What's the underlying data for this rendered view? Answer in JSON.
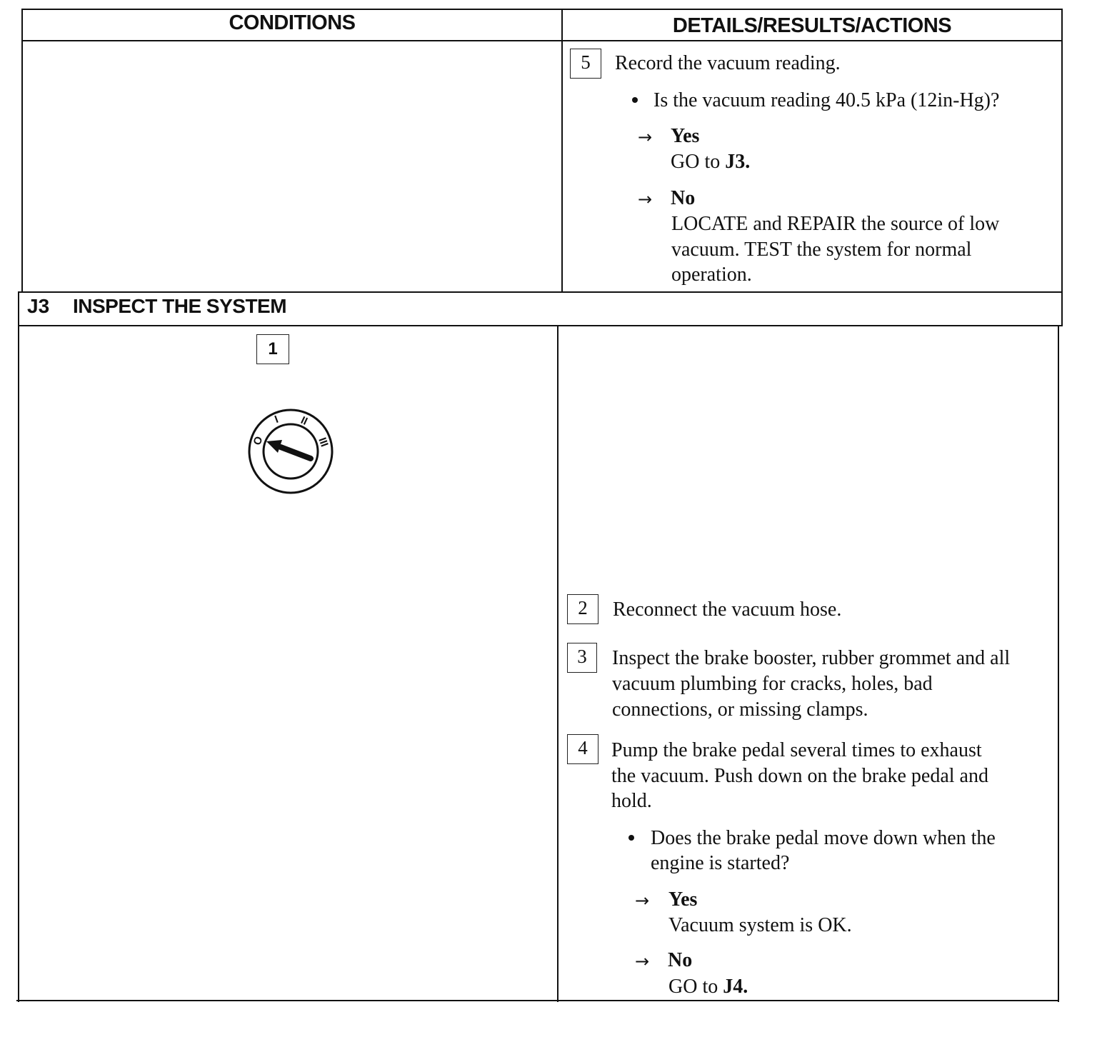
{
  "table": {
    "col_conditions": "CONDITIONS",
    "col_details": "DETAILS/RESULTS/ACTIONS"
  },
  "prev_step": {
    "step_number": "5",
    "instruction": "Record the vacuum reading.",
    "question": "Is the vacuum reading 40.5 kPa (12in-Hg)?",
    "yes_label": "Yes",
    "yes_action_prefix": "GO to ",
    "yes_action_ref": "J3.",
    "no_label": "No",
    "no_action_lines": [
      "LOCATE and REPAIR the source of low",
      "vacuum. TEST the system for normal",
      "operation."
    ]
  },
  "section": {
    "id": "J3",
    "title": "INSPECT THE SYSTEM"
  },
  "illustration": {
    "step_number": "1",
    "icon": "ignition-switch-icon",
    "labels": [
      "O",
      "I",
      "II",
      "III"
    ]
  },
  "steps": [
    {
      "number": "2",
      "lines": [
        "Reconnect the vacuum hose."
      ]
    },
    {
      "number": "3",
      "lines": [
        "Inspect the brake booster, rubber grommet and all",
        "vacuum plumbing for cracks, holes, bad",
        "connections, or missing clamps."
      ]
    },
    {
      "number": "4",
      "lines": [
        "Pump the brake pedal several times to exhaust",
        "the vacuum. Push down on the brake pedal and",
        "hold."
      ]
    }
  ],
  "final_question": {
    "question_lines": [
      "Does the brake pedal move down when the",
      "engine is started?"
    ],
    "yes_label": "Yes",
    "yes_action": "Vacuum system is OK.",
    "no_label": "No",
    "no_action_prefix": "GO to ",
    "no_action_ref": "J4."
  },
  "arrow_glyph": "→"
}
